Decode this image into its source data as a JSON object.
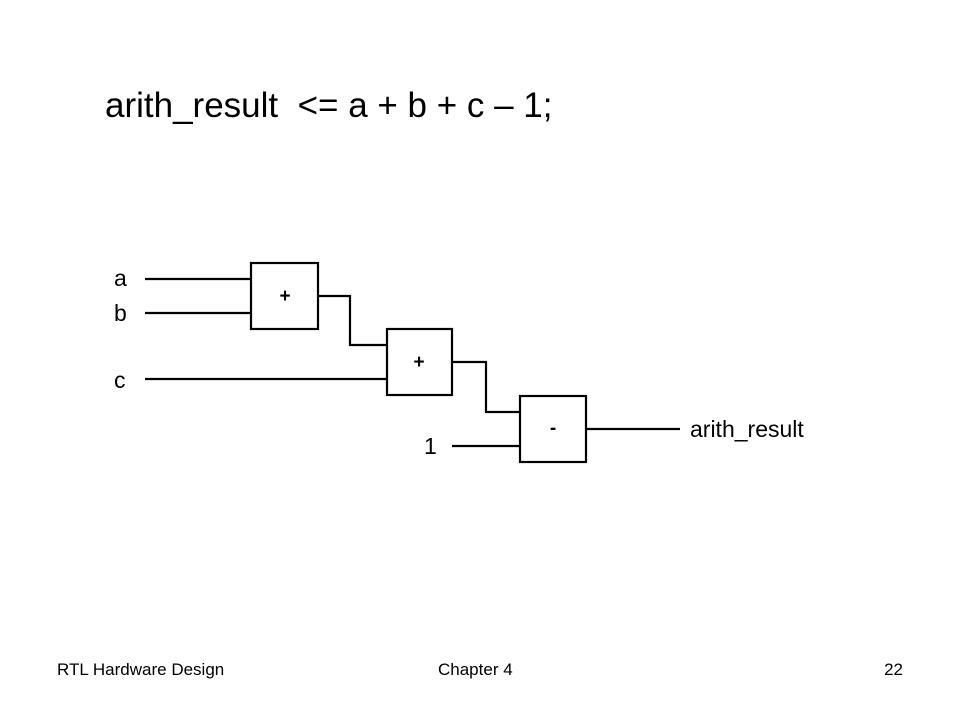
{
  "slide": {
    "title": "arith_result  <= a + b + c – 1;",
    "footer": {
      "left": "RTL Hardware Design",
      "center": "Chapter 4",
      "right": "22"
    }
  },
  "diagram": {
    "inputs": [
      "a",
      "b",
      "c",
      "1"
    ],
    "operators": [
      "+",
      "+",
      "-"
    ],
    "output": "arith_result"
  }
}
